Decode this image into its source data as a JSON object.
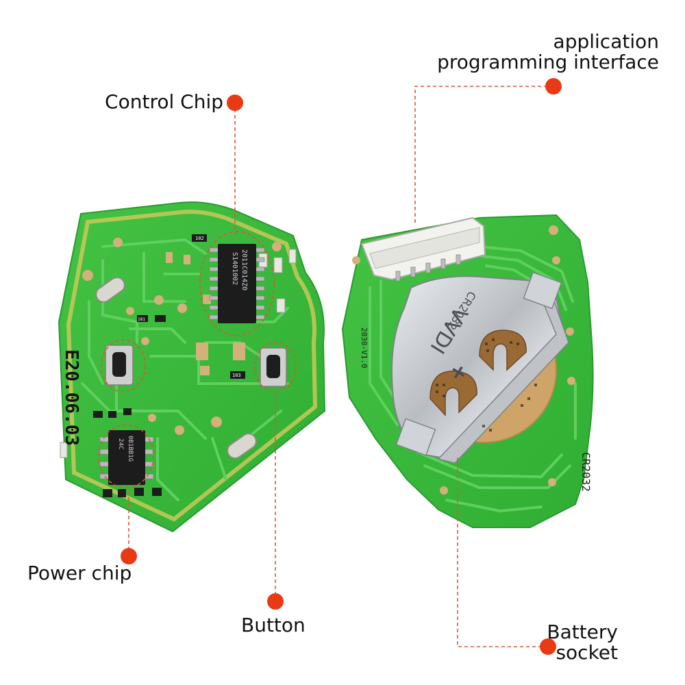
{
  "colors": {
    "pcb_green": "#3dbb3d",
    "pcb_trace": "#56cc56",
    "pcb_rim": "#c9c95a",
    "pad_copper": "#d4b07a",
    "chip_black": "#1c1c1c",
    "marker_red": "#e83a14",
    "leader_line": "#e0523a",
    "battery_metal": "#c9ccd0",
    "connector_white": "#f2f2ee"
  },
  "callouts": {
    "control_chip": "Control Chip",
    "api_line1": "application",
    "api_line2": "programming interface",
    "power_chip": "Power chip",
    "button": "Button",
    "battery_line1": "Battery",
    "battery_line2": "socket"
  },
  "board_markings": {
    "date_code": "E20.06.03",
    "control_ic_line1": "S1401002",
    "control_ic_line2": "2011C014Z0",
    "battery_brand": "VVDI",
    "battery_model": "CR2032",
    "battery_polarity": "+",
    "board_version": "2030-V1.0",
    "battery_type_print": "CR2032",
    "power_ic_line1": "24C",
    "power_ic_line2": "0B1BB1G",
    "ref_102": "102",
    "ref_103": "103",
    "ref_181": "181"
  },
  "icons": {
    "marker": "red-dot-marker-icon"
  }
}
